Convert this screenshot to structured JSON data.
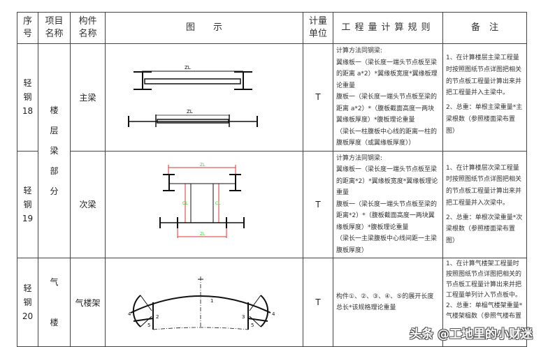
{
  "header": {
    "seq": [
      "序",
      "号"
    ],
    "project": [
      "项目",
      "名称"
    ],
    "component": [
      "构件",
      "名称"
    ],
    "diagram": "图　　示",
    "unit": [
      "计量",
      "单位"
    ],
    "rules": "工程量计算规则",
    "notes": "备　注"
  },
  "rows": [
    {
      "seq": [
        "轻",
        "钢",
        "18"
      ],
      "component": "主梁",
      "diagram_labels": [
        "ZL",
        "ZL"
      ],
      "unit": "T",
      "rules": [
        "计算方法同钢梁:",
        "翼缘板一（梁长度一端头节点板至梁的距离 a*2）*翼缘板宽度*翼缘板理论重量",
        "腹板一（梁长度一端头节点板至梁的距离 a*2）*（腹板截面高度一两块翼缘板厚度）*腹板理论重量",
        "（梁长一柱腹板中心线的距离一柱的腹板厚度（或翼缘板厚度））"
      ],
      "notes": [
        "1、在计算楼层主梁工程量时按照图纸节点详图把相关的节点板工程量计算出来并把工程量并入主梁中。",
        "2、总重：单根主梁重量*主梁根数（参照楼面梁布置图）"
      ]
    },
    {
      "seq": [
        "轻",
        "钢",
        "19"
      ],
      "component": "次梁",
      "diagram_labels": [
        "ZL",
        "ZL",
        "CL",
        "CL"
      ],
      "unit": "T",
      "rules": [
        "计算方法同钢梁:",
        "翼缘板一（梁长度一端头节点板至梁的距离*2）*翼缘板宽度*翼缘板理论重量",
        "腹板一（梁长度一端头节点板至梁的距离*2）*（腹板截面高度一两块翼缘板厚度）*腹板理论重量",
        "（梁长一主梁腹板中心线间距一主梁腹板厚度）"
      ],
      "notes": [
        "1、在计算楼层次梁工程量时按照图纸节点详图把相关的节点板工程量计算出来并把工程量并入次梁中。",
        "2、总重：单根次梁重量*次梁根数（参照楼面梁布置图）"
      ]
    },
    {
      "seq": [
        "轻",
        "钢",
        "20"
      ],
      "component": "气楼架",
      "diagram_labels": [
        "1",
        "2",
        "3",
        "4",
        "4",
        "5",
        "5"
      ],
      "unit": "T",
      "rules": [
        "构件①、②、③、④、⑤的展开长度总长*该规格理论重量"
      ],
      "notes": [
        "1、在计算气楼架工程量时按照图纸节点详图把相关的节点板工程量计算出来并把工程量单列计入节点板中。",
        "2、总重：单榀气楼架重量*气楼架榀数（参照气楼布置"
      ]
    }
  ],
  "project_groups": [
    {
      "chars": [
        "楼",
        "层",
        "梁",
        "部",
        "分"
      ]
    },
    {
      "chars": [
        "气",
        "楼"
      ]
    }
  ],
  "watermark": "头条 @工地里的小财迷"
}
